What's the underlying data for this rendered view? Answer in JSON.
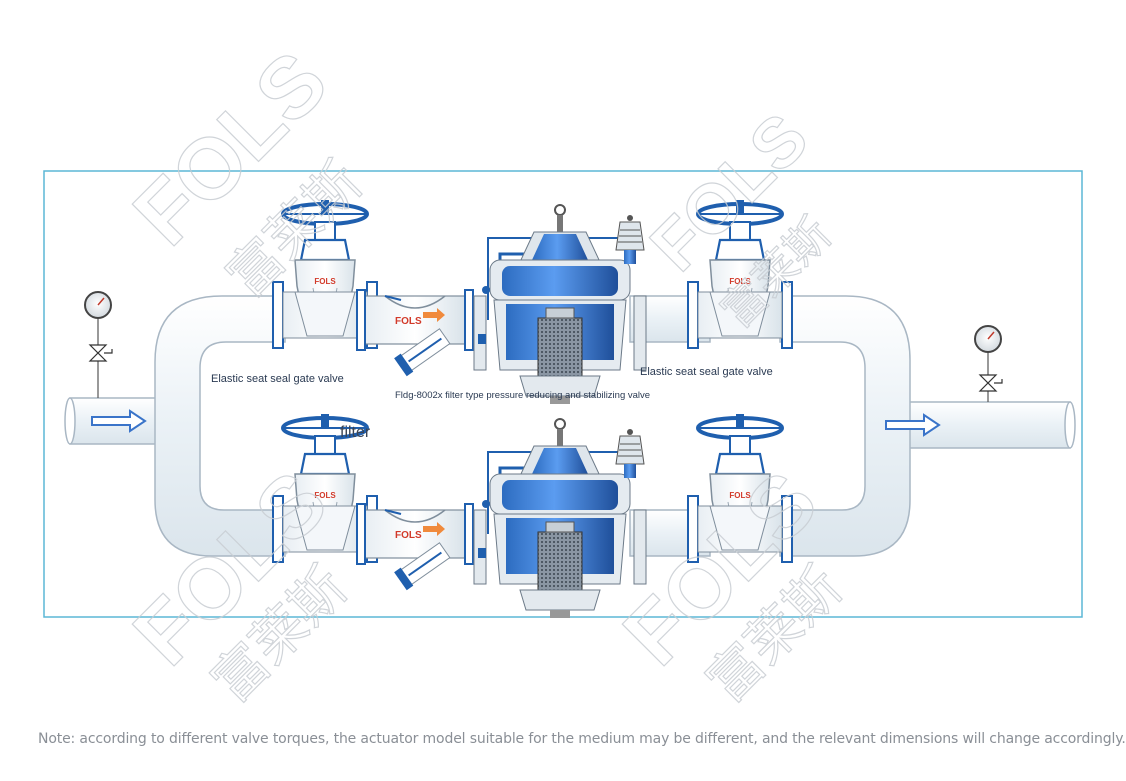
{
  "labels": {
    "gate_valve_left": "Elastic seat seal gate valve",
    "gate_valve_right": "Elastic seat seal gate valve",
    "reducing_valve": "Fldg-8002x filter type pressure reducing and stabilizing valve",
    "filter": "filter"
  },
  "brand_marks": {
    "valve_logo": "FOLS",
    "watermark_latin": "FOLS",
    "watermark_cjk": "富莱斯"
  },
  "note": "Note: according to different valve torques, the actuator model suitable for the medium may be different, and the relevant dimensions will change accordingly.",
  "colors": {
    "frame": "#5bb7d6",
    "pipe_fill": "#edf3f7",
    "pipe_stroke": "#a9b7c4",
    "valve_blue": "#1f5fae",
    "valve_light": "#4a8be0",
    "flow_arrow": "#3a74c9",
    "logo_red": "#d23a2a",
    "note_text": "#8a8f96"
  }
}
